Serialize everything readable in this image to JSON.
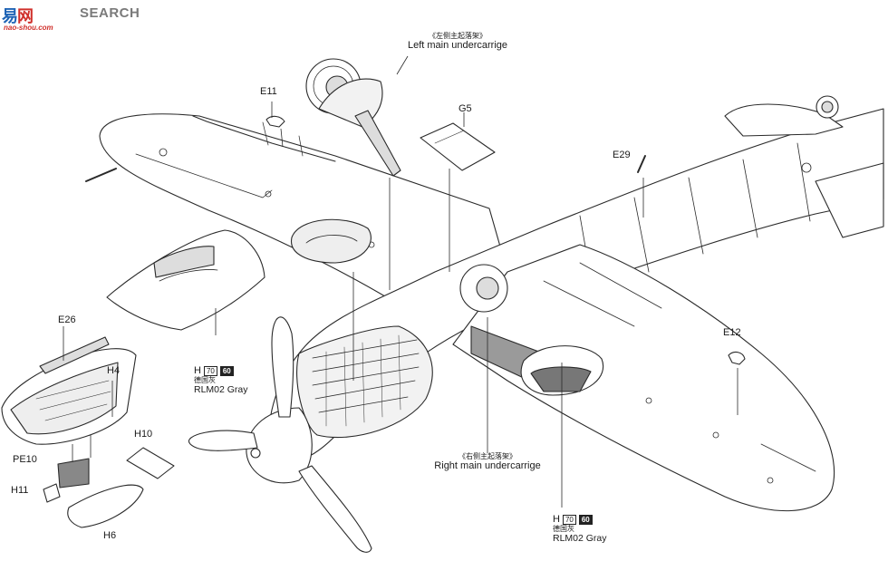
{
  "watermark": {
    "logo_main": "易",
    "logo_accent": "网",
    "search": "SEARCH",
    "url": "nao-shou.com"
  },
  "labels": {
    "left_gear_cn": "《左侧主起落架》",
    "left_gear_en": "Left main undercarrige",
    "right_gear_cn": "《右侧主起落架》",
    "right_gear_en": "Right main undercarrige",
    "e11": "E11",
    "g5": "G5",
    "e29": "E29",
    "e26": "E26",
    "h4": "H4",
    "h10": "H10",
    "pe10": "PE10",
    "h11": "H11",
    "h6": "H6",
    "e12": "E12"
  },
  "paint_callouts": [
    {
      "part": "H",
      "code_a": "70",
      "code_b": "60",
      "name_cn": "德国灰",
      "name_en": "RLM02 Gray"
    },
    {
      "part": "H",
      "code_a": "70",
      "code_b": "60",
      "name_cn": "德国灰",
      "name_en": "RLM02 Gray"
    }
  ],
  "colors": {
    "line": "#2a2a2a",
    "fill": "#ffffff",
    "shade": "#e6e6e6",
    "dark": "#8a8a8a",
    "watermark_blue": "#1e63b5",
    "watermark_red": "#d0302b"
  }
}
